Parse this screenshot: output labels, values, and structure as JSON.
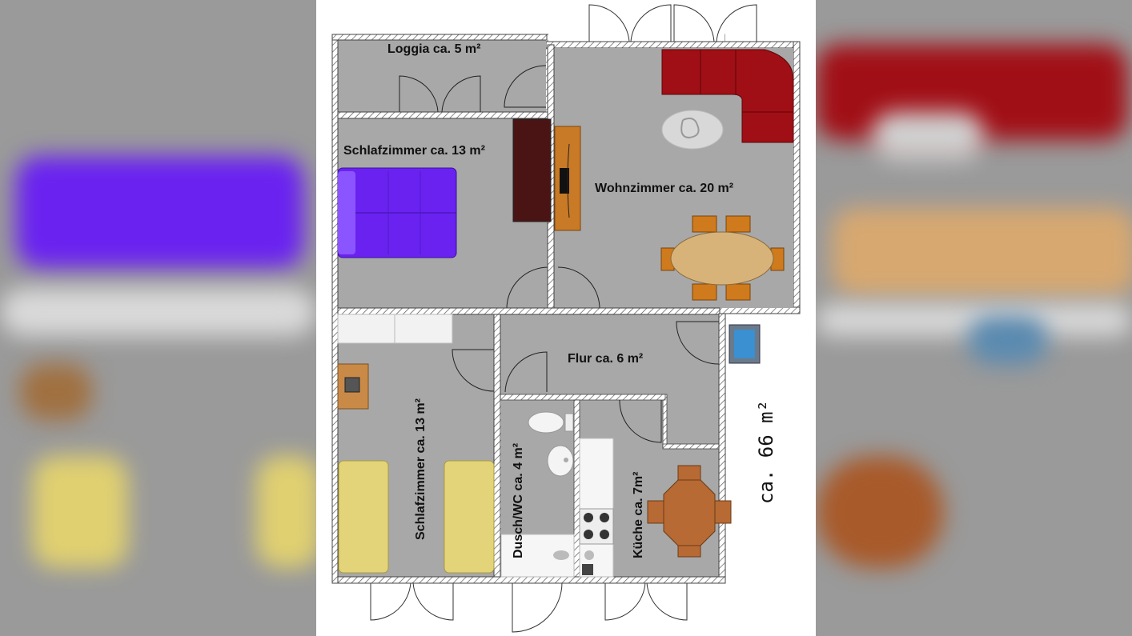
{
  "rooms": {
    "loggia": "Loggia ca. 5 m²",
    "schlafzimmer_1": "Schlafzimmer ca. 13 m²",
    "wohnzimmer": "Wohnzimmer ca. 20 m²",
    "schlafzimmer_2": "Schlafzimmer ca. 13 m²",
    "flur": "Flur ca. 6 m²",
    "dusch_wc": "Dusch/WC ca. 4 m²",
    "kueche": "Küche ca. 7m²"
  },
  "total_area": "ca. 66 m²",
  "colors": {
    "floor": "#a8a8a8",
    "wall": "#ffffff",
    "sofa": "#a10f16",
    "bed": "#6a22f0",
    "single_beds": "#e3d47a",
    "table": "#d7b37a",
    "chairs": "#cf7a1c",
    "wardrobe": "#4a1414",
    "kitchen_table": "#b86a34"
  }
}
